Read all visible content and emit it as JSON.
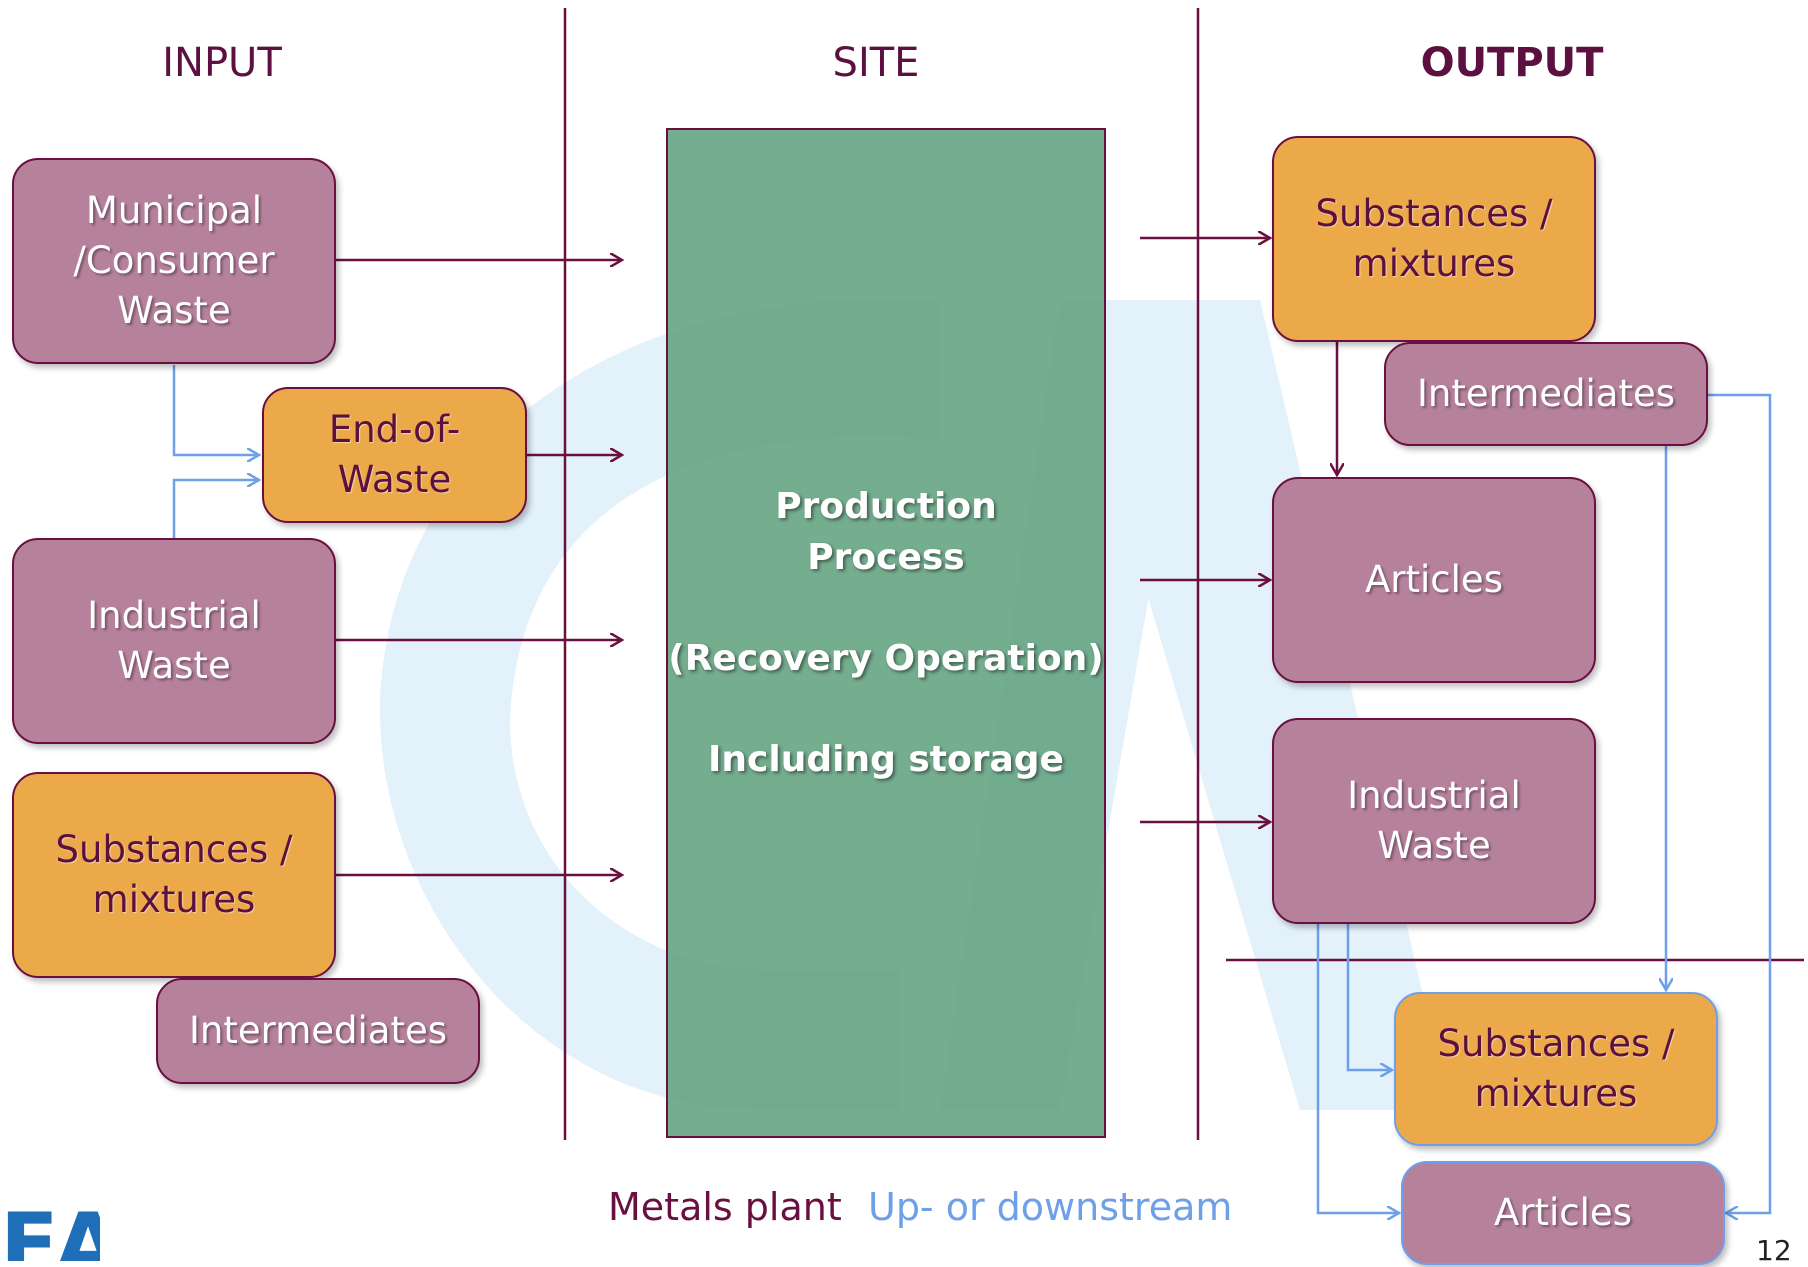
{
  "headers": {
    "input": "INPUT",
    "site": "SITE",
    "output": "OUTPUT"
  },
  "input_boxes": {
    "municipal_waste": "Municipal\n/Consumer\nWaste",
    "end_of_waste": "End-of-\nWaste",
    "industrial_waste": "Industrial\nWaste",
    "substances_mixtures": "Substances /\nmixtures",
    "intermediates": "Intermediates"
  },
  "process": {
    "line1": "Production",
    "line2": "Process",
    "line3": "(Recovery Operation)",
    "line4": "Including storage"
  },
  "output_boxes": {
    "substances_mixtures": "Substances /\nmixtures",
    "intermediates": "Intermediates",
    "articles": "Articles",
    "industrial_waste": "Industrial\nWaste",
    "downstream_substances_mixtures": "Substances /\nmixtures",
    "downstream_articles": "Articles"
  },
  "legend": {
    "metals_plant": "Metals plant",
    "up_or_downstream": "Up- or downstream"
  },
  "logo_text": "EA",
  "page_number": "12",
  "colors": {
    "plant_flow": "#6a1040",
    "external_flow": "#6ea0ea",
    "waste_box": "#b5819b",
    "product_box": "#eca94a",
    "process_box": "#62a280",
    "watermark": "#e3f1fb"
  }
}
